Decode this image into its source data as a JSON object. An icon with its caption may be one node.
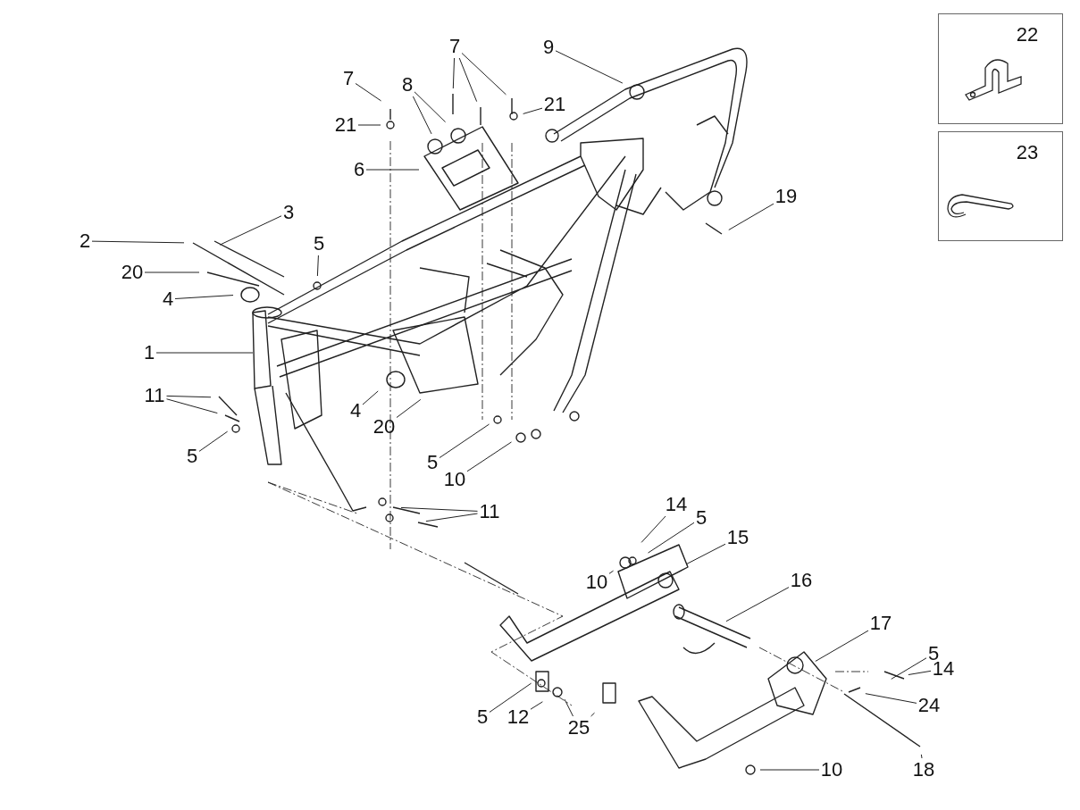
{
  "diagram": {
    "nodes": [
      {
        "text": [
          "9"
        ]
      },
      {
        "text": [
          "7"
        ]
      },
      {
        "text": [
          "22"
        ]
      },
      {
        "text": [
          "7"
        ]
      },
      {
        "text": [
          "8"
        ]
      },
      {
        "text": [
          "21"
        ]
      },
      {
        "text": [
          "21"
        ]
      },
      {
        "text": [
          "23"
        ]
      },
      {
        "text": [
          "6"
        ]
      },
      {
        "text": [
          "19"
        ]
      },
      {
        "text": [
          "3"
        ]
      },
      {
        "text": [
          "2"
        ]
      },
      {
        "text": [
          "5"
        ]
      },
      {
        "text": [
          "20"
        ]
      },
      {
        "text": [
          "4"
        ]
      },
      {
        "text": [
          "1"
        ]
      },
      {
        "text": [
          "11"
        ]
      },
      {
        "text": [
          "4"
        ]
      },
      {
        "text": [
          "20"
        ]
      },
      {
        "text": [
          "5"
        ]
      },
      {
        "text": [
          "5"
        ]
      },
      {
        "text": [
          "10"
        ]
      },
      {
        "text": [
          "14"
        ]
      },
      {
        "text": [
          "11"
        ]
      },
      {
        "text": [
          "5"
        ]
      },
      {
        "text": [
          "15"
        ]
      },
      {
        "text": [
          "10"
        ]
      },
      {
        "text": [
          "16"
        ]
      },
      {
        "text": [
          "17"
        ]
      },
      {
        "text": [
          "5"
        ]
      },
      {
        "text": [
          "14"
        ]
      },
      {
        "text": [
          "24"
        ]
      },
      {
        "text": [
          "5"
        ]
      },
      {
        "text": [
          "12"
        ]
      },
      {
        "text": [
          "25"
        ]
      },
      {
        "text": [
          "10"
        ]
      },
      {
        "text": [
          "18"
        ]
      }
    ],
    "edges": [
      {
        "from": 0,
        "to": null,
        "arrow": "none"
      },
      {
        "from": 1,
        "to": null,
        "arrow": "none"
      },
      {
        "from": 1,
        "to": null,
        "arrow": "none"
      },
      {
        "from": 1,
        "to": null,
        "arrow": "none"
      },
      {
        "from": 3,
        "to": null,
        "arrow": "none"
      },
      {
        "from": 4,
        "to": null,
        "arrow": "none"
      },
      {
        "from": 4,
        "to": null,
        "arrow": "none"
      },
      {
        "from": 5,
        "to": null,
        "arrow": "none"
      },
      {
        "from": 6,
        "to": null,
        "arrow": "none"
      },
      {
        "from": 8,
        "to": null,
        "arrow": "none"
      },
      {
        "from": 9,
        "to": null,
        "arrow": "none"
      },
      {
        "from": 10,
        "to": null,
        "arrow": "none"
      },
      {
        "from": 11,
        "to": null,
        "arrow": "none"
      },
      {
        "from": 12,
        "to": null,
        "arrow": "none"
      },
      {
        "from": 13,
        "to": null,
        "arrow": "none"
      },
      {
        "from": 14,
        "to": null,
        "arrow": "none"
      },
      {
        "from": 15,
        "to": null,
        "arrow": "none"
      },
      {
        "from": 16,
        "to": null,
        "arrow": "none"
      },
      {
        "from": 16,
        "to": null,
        "arrow": "none"
      },
      {
        "from": 17,
        "to": null,
        "arrow": "none"
      },
      {
        "from": 18,
        "to": null,
        "arrow": "none"
      },
      {
        "from": 19,
        "to": null,
        "arrow": "none"
      },
      {
        "from": 20,
        "to": null,
        "arrow": "none"
      },
      {
        "from": 21,
        "to": null,
        "arrow": "none"
      },
      {
        "from": 22,
        "to": null,
        "arrow": "none"
      },
      {
        "from": 23,
        "to": null,
        "arrow": "none"
      },
      {
        "from": 23,
        "to": null,
        "arrow": "none"
      },
      {
        "from": 24,
        "to": null,
        "arrow": "none"
      },
      {
        "from": 25,
        "to": null,
        "arrow": "none"
      },
      {
        "from": 26,
        "to": null,
        "arrow": "none"
      },
      {
        "from": 27,
        "to": null,
        "arrow": "none"
      },
      {
        "from": 28,
        "to": null,
        "arrow": "none"
      },
      {
        "from": 29,
        "to": null,
        "arrow": "none"
      },
      {
        "from": 30,
        "to": null,
        "arrow": "none"
      },
      {
        "from": 31,
        "to": null,
        "arrow": "none"
      },
      {
        "from": 32,
        "to": null,
        "arrow": "none"
      },
      {
        "from": 33,
        "to": null,
        "arrow": "none"
      },
      {
        "from": 34,
        "to": null,
        "arrow": "none"
      },
      {
        "from": 34,
        "to": null,
        "arrow": "none"
      },
      {
        "from": 35,
        "to": null,
        "arrow": "none"
      },
      {
        "from": 36,
        "to": null,
        "arrow": "none"
      }
    ]
  }
}
